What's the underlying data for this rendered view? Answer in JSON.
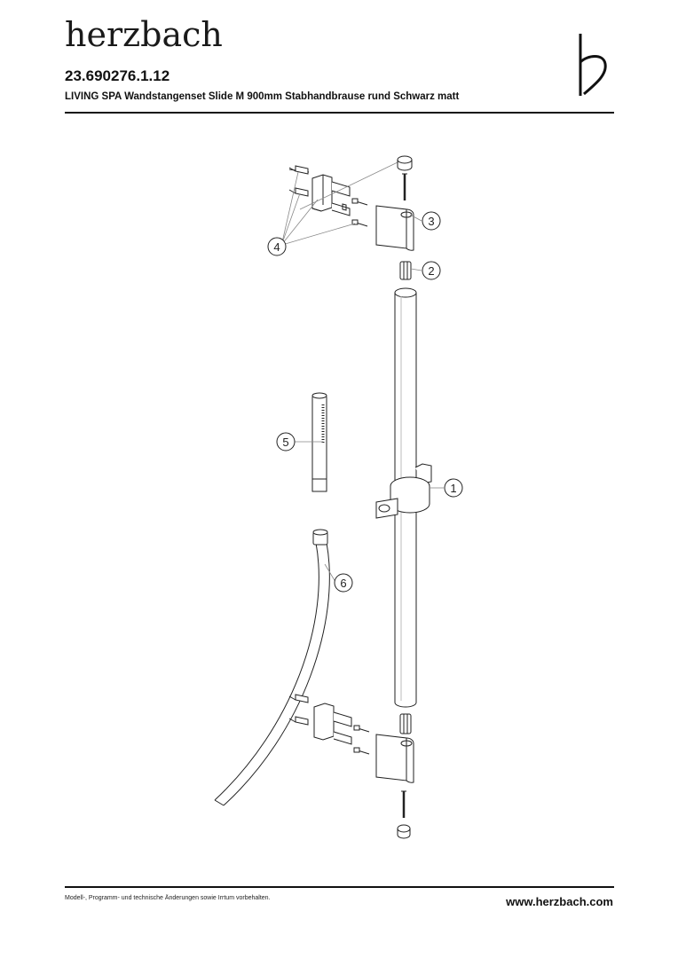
{
  "header": {
    "brand": "herzbach",
    "article_number": "23.690276.1.12",
    "product_title": "LIVING SPA Wandstangenset Slide M 900mm Stabhandbrause rund Schwarz matt"
  },
  "drawing": {
    "callouts": [
      "1",
      "2",
      "3",
      "4",
      "5",
      "6"
    ]
  },
  "footer": {
    "disclaimer": "Modell-, Programm- und technische Änderungen sowie Irrtum vorbehalten.",
    "website": "www.herzbach.com"
  }
}
